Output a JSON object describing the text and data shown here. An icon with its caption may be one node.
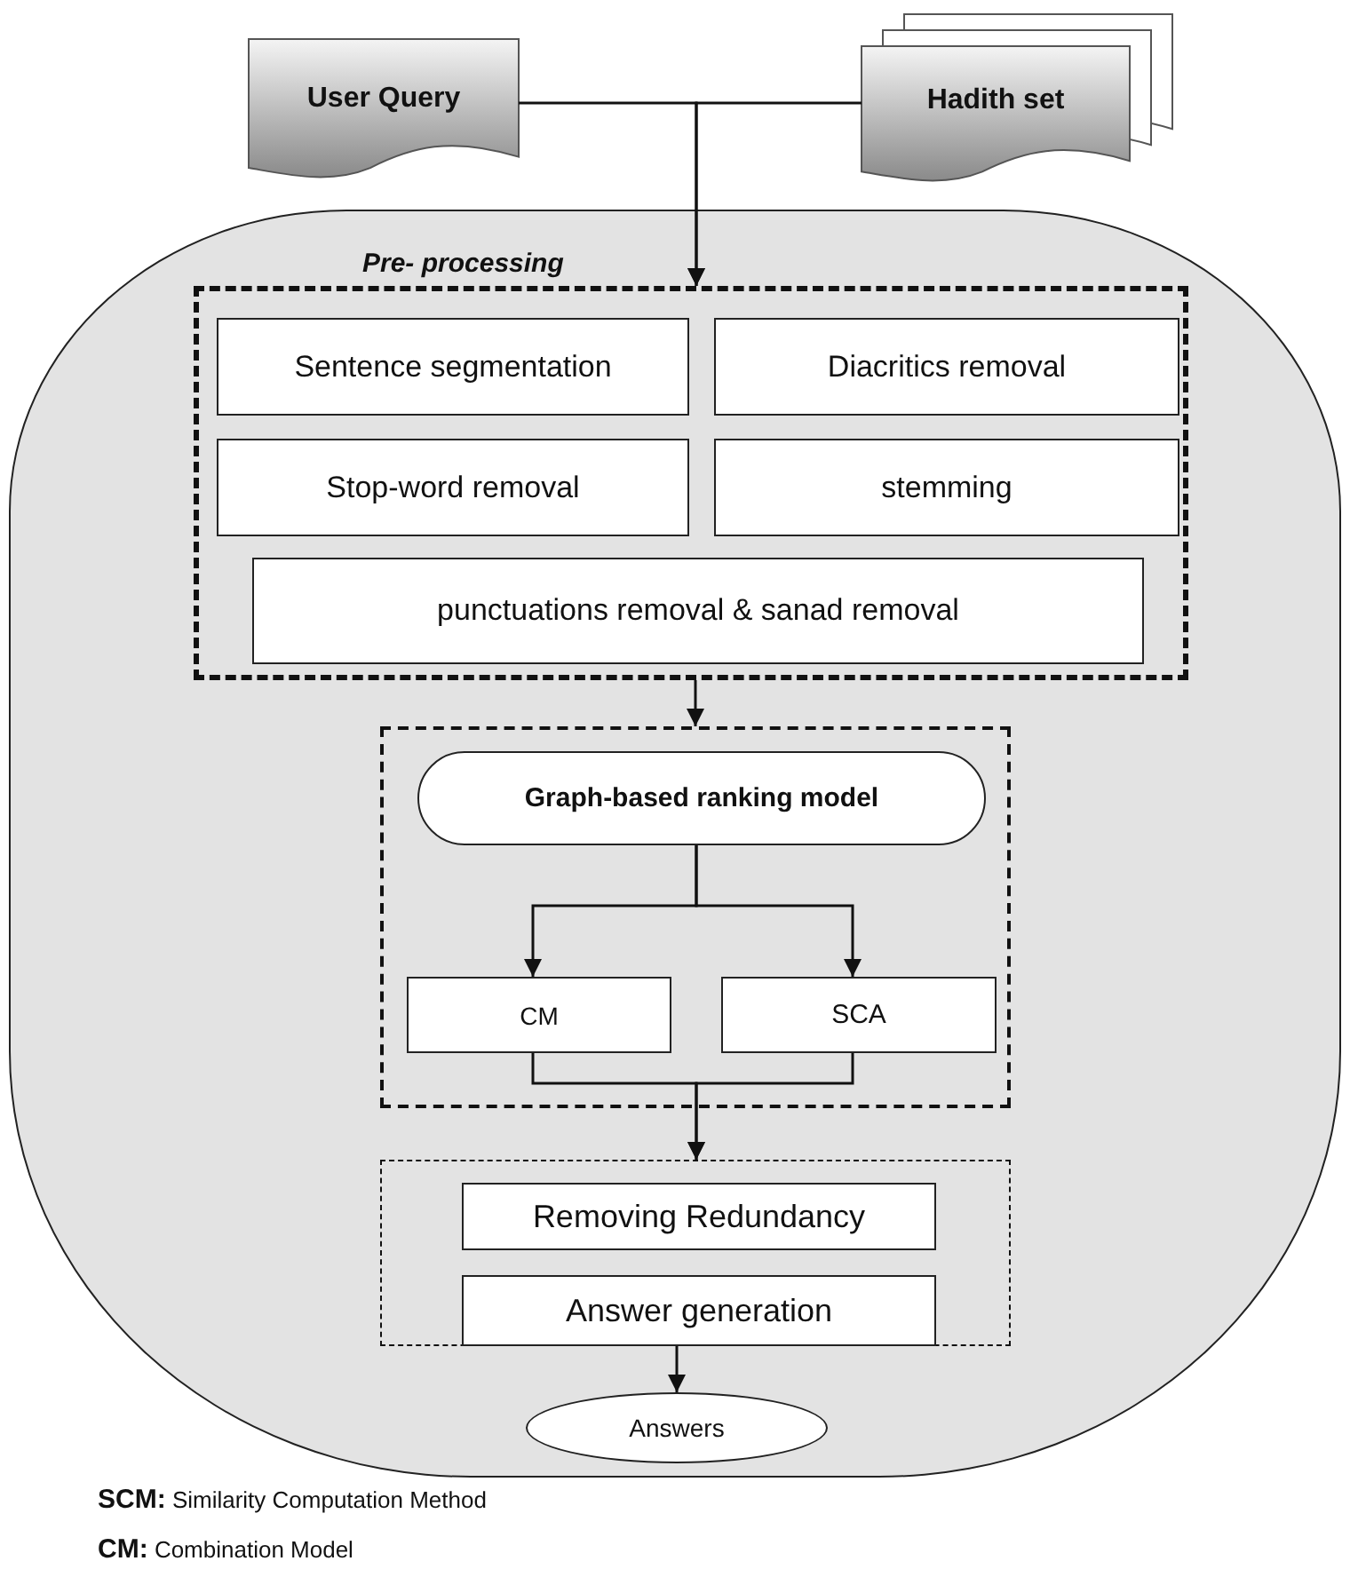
{
  "diagram": {
    "nodes": [
      {
        "text": [
          "User Query"
        ]
      },
      {
        "text": [
          "Hadith set"
        ]
      },
      {
        "text": [],
        "shape": "box"
      },
      {
        "text": [
          "Pre- processing"
        ],
        "in": 2
      },
      {
        "text": [
          "Sentence segmentation"
        ],
        "in": 3
      },
      {
        "text": [
          "Diacritics removal"
        ],
        "in": 3
      },
      {
        "text": [
          "Stop-word removal"
        ],
        "in": 3
      },
      {
        "text": [
          "stemming"
        ],
        "in": 3
      },
      {
        "text": [
          "punctuations removal & sanad removal"
        ],
        "in": 3
      },
      {
        "text": [],
        "shape": "box",
        "in": 2
      },
      {
        "text": [
          "Graph-based ranking model"
        ],
        "in": 9
      },
      {
        "text": [
          "CM"
        ],
        "in": 9
      },
      {
        "text": [
          "SCA"
        ],
        "in": 9
      },
      {
        "text": [],
        "shape": "box",
        "in": 2
      },
      {
        "text": [
          "Removing Redundancy"
        ],
        "in": 13
      },
      {
        "text": [
          "Answer generation"
        ],
        "in": 13
      },
      {
        "text": [
          "Answers"
        ],
        "in": 2
      }
    ],
    "edges": [
      {
        "from": 0,
        "to": 3,
        "arrow": "to"
      },
      {
        "from": 1,
        "to": 3,
        "arrow": "to"
      },
      {
        "from": 3,
        "to": 9,
        "arrow": "to"
      },
      {
        "from": 10,
        "to": 11,
        "arrow": "to"
      },
      {
        "from": 10,
        "to": 12,
        "arrow": "to"
      },
      {
        "from": 11,
        "to": 13,
        "arrow": "to"
      },
      {
        "from": 12,
        "to": 13,
        "arrow": "to"
      },
      {
        "from": 13,
        "to": 16,
        "arrow": "to"
      }
    ],
    "labels": [
      "**SCM:** Similarity Computation Method",
      "**CM:** Combination Model"
    ]
  }
}
